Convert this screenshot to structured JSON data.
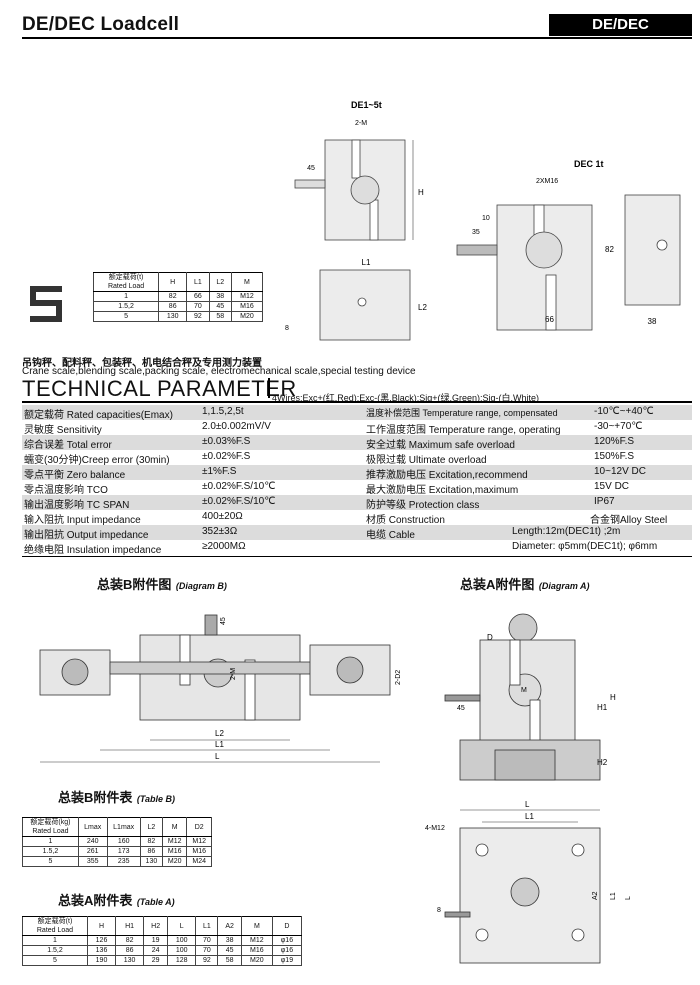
{
  "header": {
    "title": "DE/DEC Loadcell",
    "badge": "DE/DEC"
  },
  "drawing_labels": {
    "de_title": "DE1~5t",
    "dec_title": "DEC 1t",
    "de_2m": "2-M",
    "de_45": "45",
    "de_h": "H",
    "de_l1": "L1",
    "de_l2": "L2",
    "de_8": "8",
    "dec_2xm16": "2XM16",
    "dec_10": "10",
    "dec_35": "35",
    "dec_82": "82",
    "dec_66": "66",
    "dec_38": "38"
  },
  "mini_table": {
    "headers": [
      "额定载荷(t)\nRated Load",
      "H",
      "L1",
      "L2",
      "M"
    ],
    "header_line1": "额定载荷(t)",
    "header_line2": "Rated Load",
    "rows": [
      [
        "1",
        "82",
        "66",
        "38",
        "M12"
      ],
      [
        "1.5,2",
        "86",
        "70",
        "45",
        "M16"
      ],
      [
        "5",
        "130",
        "92",
        "58",
        "M20"
      ]
    ]
  },
  "applications": {
    "cn": "吊钩秤、配料秤、包装秤、机电结合秤及专用测力装置",
    "en": "Crane scale,blending scale,packing scale, electromechanical  scale,special testing device"
  },
  "tech": {
    "title": "TECHNICAL PARAMETER",
    "wires": "4Wires:Exc+(红,Red);Exc-(黑,Black);Sig+(绿,Green);Sig-(白,White)",
    "rows": [
      {
        "l1": "额定载荷 Rated capacities(Emax)",
        "v1": "1,1.5,2,5t",
        "l2": "温度补偿范围 Temperature range, compensated",
        "v2": "-10℃~+40℃"
      },
      {
        "l1": "灵敏度 Sensitivity",
        "v1": "2.0±0.002mV/V",
        "l2": "工作温度范围 Temperature range, operating",
        "v2": "-30~+70℃"
      },
      {
        "l1": "综合误差 Total error",
        "v1": "±0.03%F.S",
        "l2": "安全过载 Maximum safe overload",
        "v2": "120%F.S"
      },
      {
        "l1": "蠕变(30分钟)Creep error (30min)",
        "v1": "±0.02%F.S",
        "l2": "极限过载 Ultimate overload",
        "v2": "150%F.S"
      },
      {
        "l1": "零点平衡 Zero balance",
        "v1": "±1%F.S",
        "l2": "推荐激励电压 Excitation,recommend",
        "v2": "10~12V DC"
      },
      {
        "l1": "零点温度影响 TCO",
        "v1": "±0.02%F.S/10℃",
        "l2": "最大激励电压 Excitation,maximum",
        "v2": "15V DC"
      },
      {
        "l1": "输出温度影响 TC SPAN",
        "v1": "±0.02%F.S/10℃",
        "l2": "防护等级 Protection class",
        "v2": "IP67"
      },
      {
        "l1": "输入阻抗 Input  impedance",
        "v1": "400±20Ω",
        "l2": "材质 Construction",
        "v2": "合金钢Alloy Steel"
      },
      {
        "l1": "输出阻抗 Output  impedance",
        "v1": "352±3Ω",
        "l2": "电缆 Cable",
        "v2": "Length:12m(DEC1t) ;2m"
      },
      {
        "l1": "绝缘电阻 Insulation impedance",
        "v1": "≥2000MΩ",
        "l2": "",
        "v2": "Diameter: φ5mm(DEC1t); φ6mm"
      }
    ]
  },
  "diagram_b": {
    "cn": "总装B附件图",
    "en": "(Diagram B)",
    "l": "L",
    "l1": "L1",
    "l2": "L2",
    "m": "2-M",
    "d2": "2-D2",
    "v45": "45"
  },
  "diagram_a": {
    "cn": "总装A附件图",
    "en": "(Diagram A)",
    "d": "D",
    "h": "H",
    "h1": "H1",
    "h2": "H2",
    "m": "M",
    "v45": "45",
    "l": "L",
    "l1": "L1",
    "m12": "4-M12",
    "a2": "A2",
    "v8": "8"
  },
  "table_b": {
    "cn": "总装B附件表",
    "en": "(Table B)",
    "header_line1": "额定载荷(kg)",
    "header_line2": "Rated Load",
    "headers": [
      "Lmax",
      "L1max",
      "L2",
      "M",
      "D2"
    ],
    "rows": [
      [
        "1",
        "240",
        "160",
        "82",
        "M12",
        "M12"
      ],
      [
        "1.5,2",
        "261",
        "173",
        "86",
        "M16",
        "M16"
      ],
      [
        "5",
        "355",
        "235",
        "130",
        "M20",
        "M24"
      ]
    ]
  },
  "table_a": {
    "cn": "总装A附件表",
    "en": "(Table A)",
    "header_line1": "额定载荷(t)",
    "header_line2": "Rated Load",
    "headers": [
      "H",
      "H1",
      "H2",
      "L",
      "L1",
      "A2",
      "M",
      "D"
    ],
    "rows": [
      [
        "1",
        "126",
        "82",
        "19",
        "100",
        "70",
        "38",
        "M12",
        "φ16"
      ],
      [
        "1.5,2",
        "136",
        "86",
        "24",
        "100",
        "70",
        "45",
        "M16",
        "φ16"
      ],
      [
        "5",
        "190",
        "130",
        "29",
        "128",
        "92",
        "58",
        "M20",
        "φ19"
      ]
    ]
  }
}
